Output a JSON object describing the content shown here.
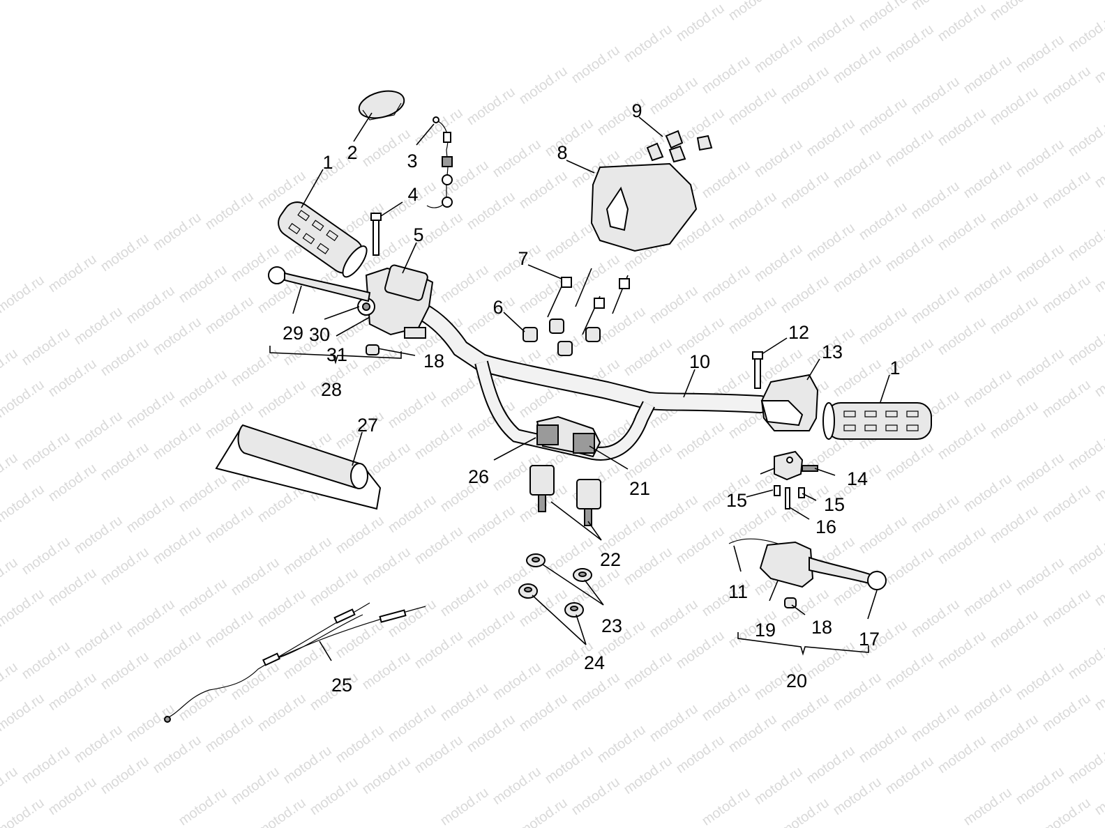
{
  "watermark": "motod.ru",
  "callouts": [
    "1",
    "2",
    "3",
    "4",
    "5",
    "6",
    "7",
    "8",
    "9",
    "10",
    "11",
    "12",
    "13",
    "14",
    "15",
    "16",
    "17",
    "18",
    "19",
    "20",
    "21",
    "22",
    "23",
    "24",
    "25",
    "26",
    "27",
    "28",
    "29",
    "30",
    "31"
  ]
}
